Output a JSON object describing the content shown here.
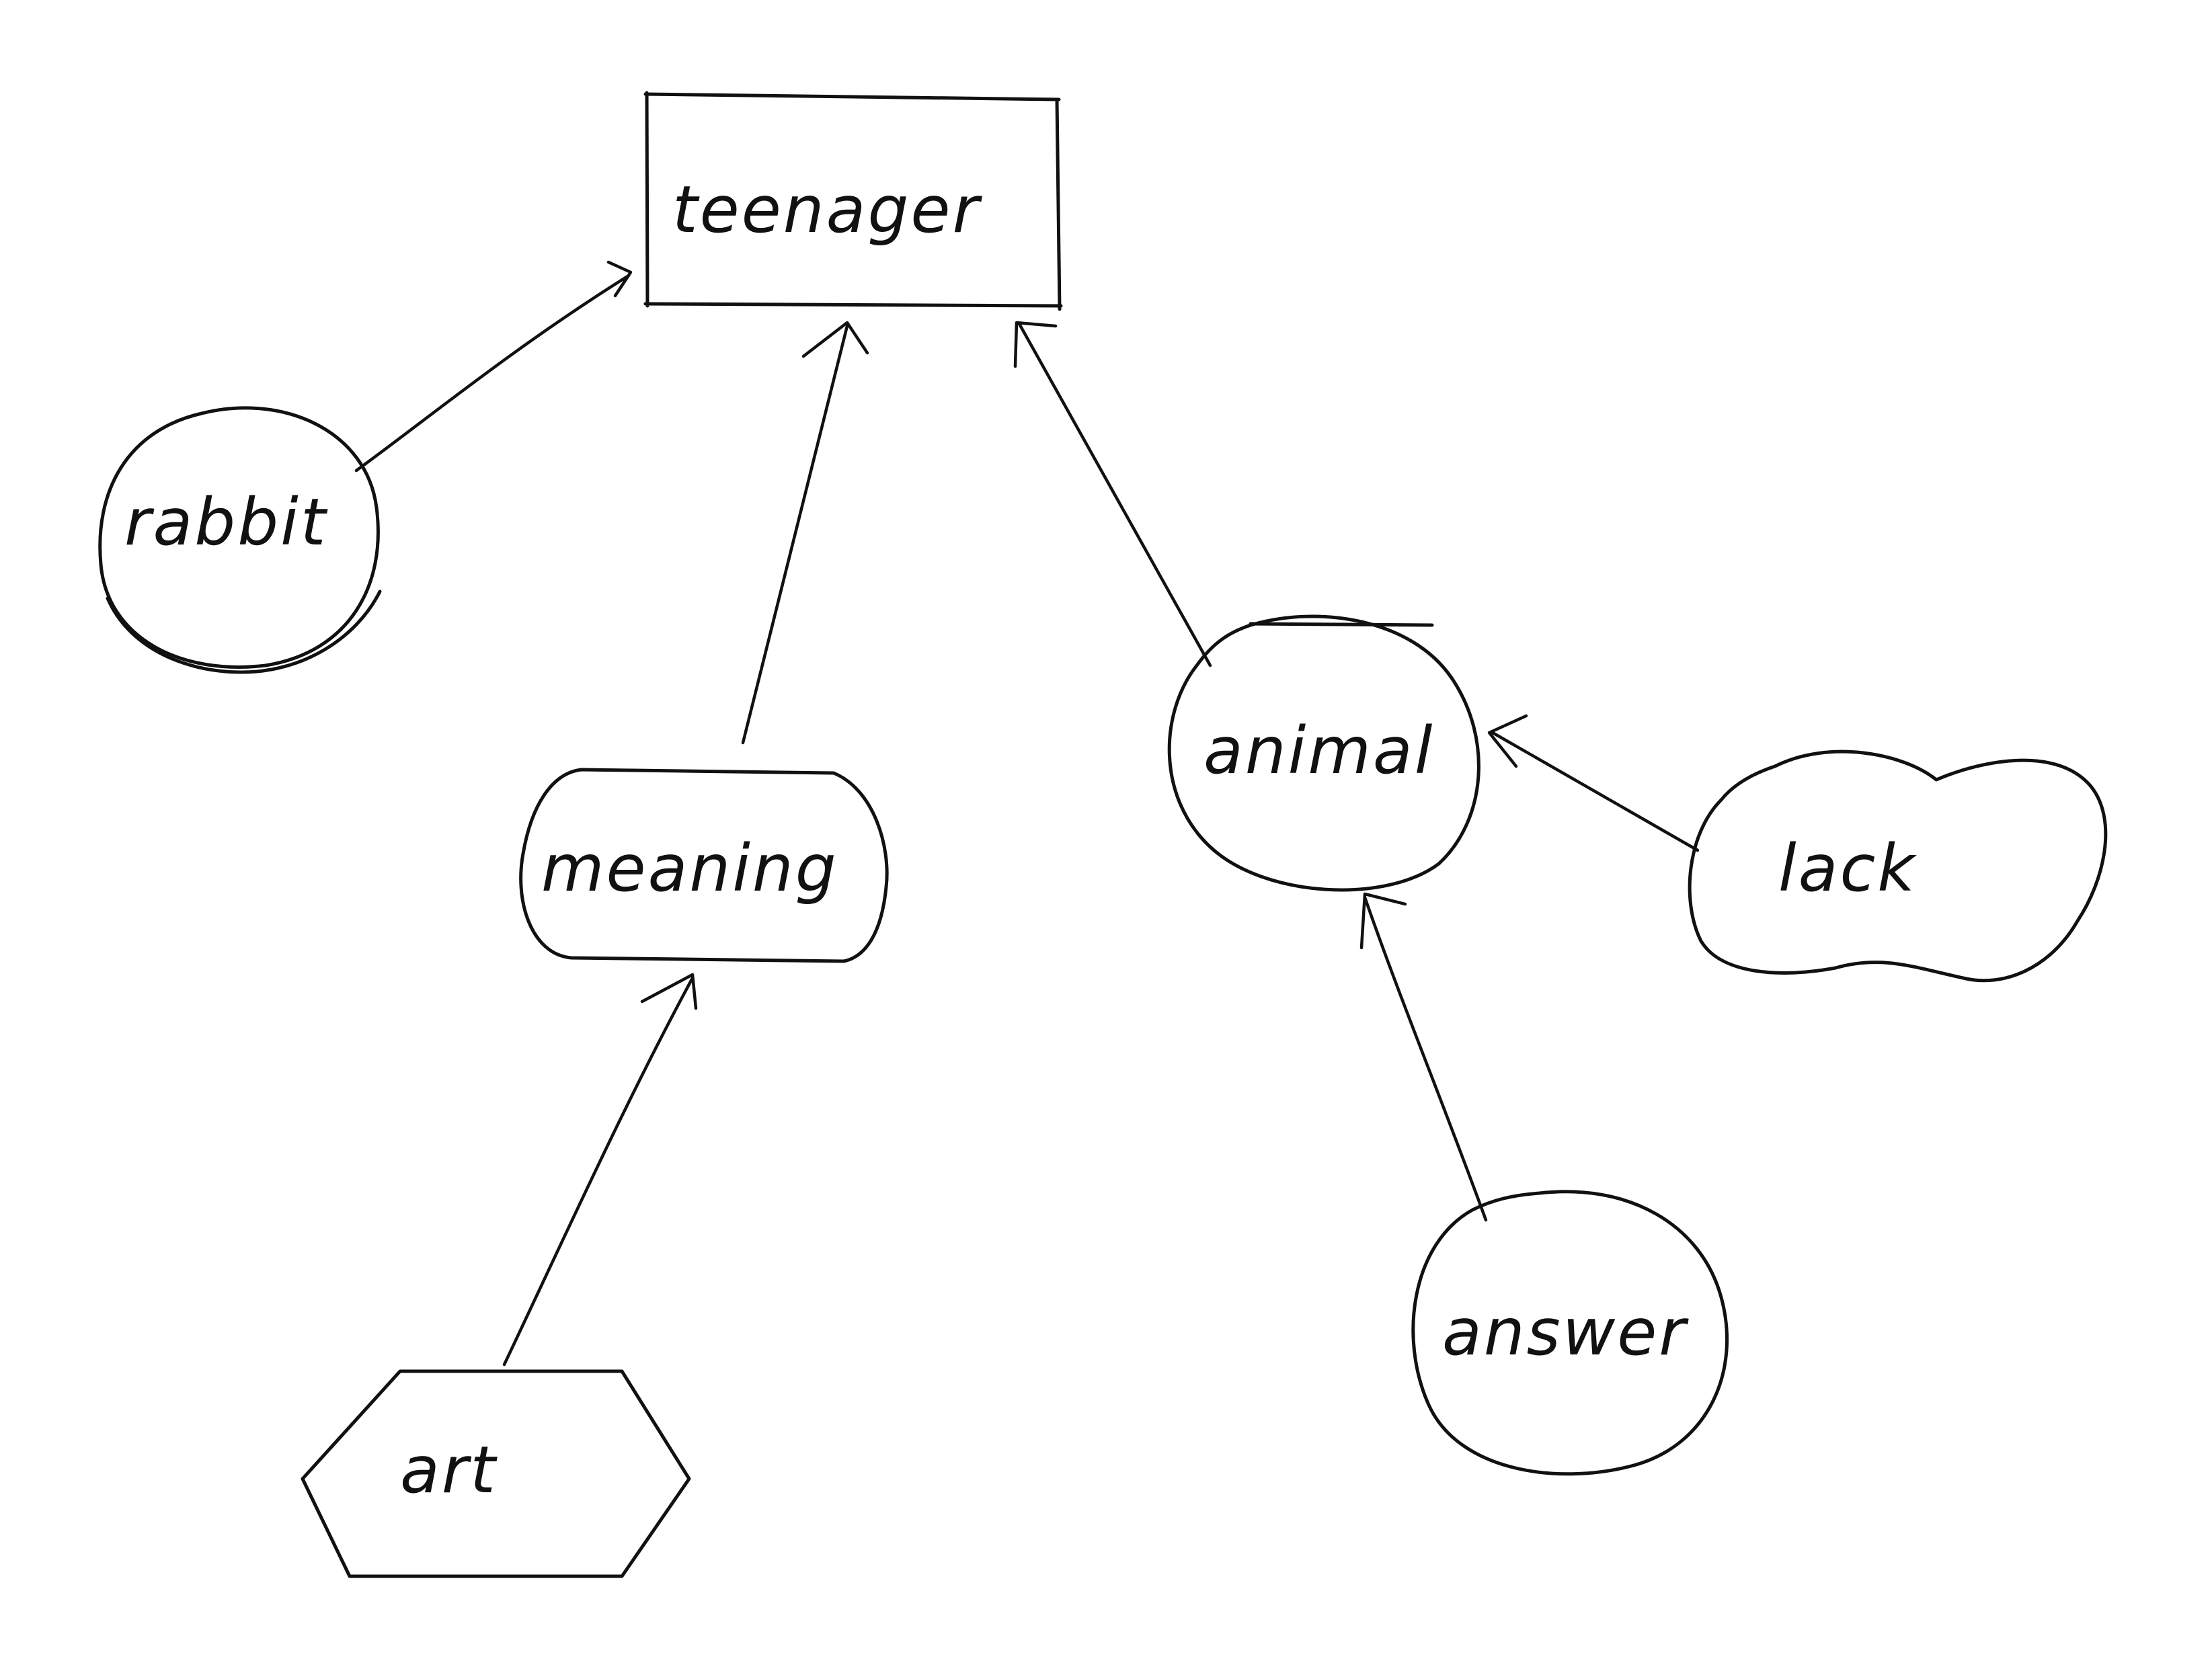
{
  "nodes": {
    "teenager": {
      "label": "teenager",
      "shape": "rectangle"
    },
    "rabbit": {
      "label": "rabbit",
      "shape": "circle"
    },
    "meaning": {
      "label": "meaning",
      "shape": "rounded-rectangle"
    },
    "animal": {
      "label": "animal",
      "shape": "circle"
    },
    "lack": {
      "label": "lack",
      "shape": "cloud"
    },
    "art": {
      "label": "art",
      "shape": "hexagon"
    },
    "answer": {
      "label": "answer",
      "shape": "circle"
    }
  },
  "edges": [
    {
      "from": "rabbit",
      "to": "teenager"
    },
    {
      "from": "meaning",
      "to": "teenager"
    },
    {
      "from": "animal",
      "to": "teenager"
    },
    {
      "from": "art",
      "to": "meaning"
    },
    {
      "from": "lack",
      "to": "animal"
    },
    {
      "from": "answer",
      "to": "animal"
    }
  ],
  "style": {
    "stroke_color": "#111111",
    "background": "#ffffff"
  }
}
